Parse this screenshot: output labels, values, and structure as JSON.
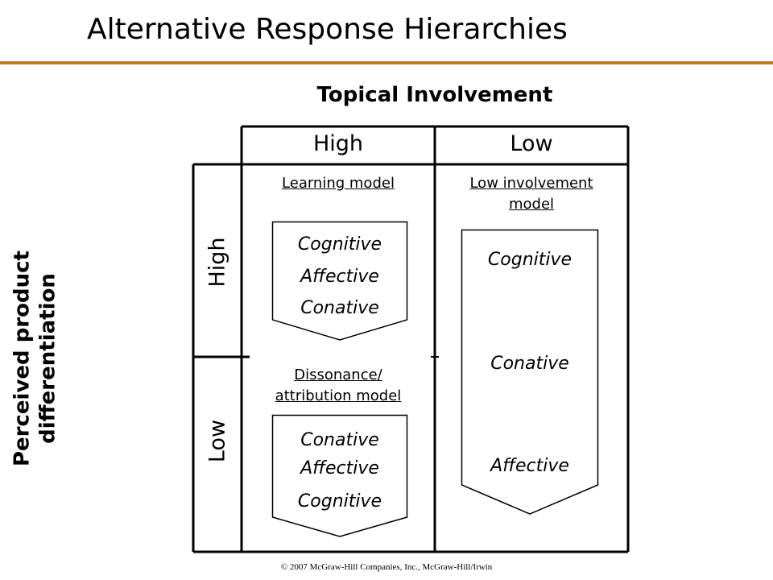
{
  "title": "Alternative Response Hierarchies",
  "column_axis_label": "Topical Involvement",
  "row_axis_label": [
    "Perceived product",
    "differentiation"
  ],
  "columns": [
    "High",
    "Low"
  ],
  "rows": [
    "High",
    "Low"
  ],
  "models": {
    "learning": {
      "title": "Learning model",
      "steps": [
        "Cognitive",
        "Affective",
        "Conative"
      ]
    },
    "low_involvement": {
      "title_line1": "Low involvement",
      "title_line2": "model",
      "steps": [
        "Cognitive",
        "Conative",
        "Affective"
      ]
    },
    "dissonance": {
      "title_line1": "Dissonance/",
      "title_line2": "attribution model",
      "steps": [
        "Conative",
        "Affective",
        "Cognitive"
      ]
    }
  },
  "footer": "© 2007 McGraw-Hill Companies, Inc., McGraw-Hill/Irwin",
  "colors": {
    "accent_rule": "#c9761a",
    "lines": "#000000"
  }
}
